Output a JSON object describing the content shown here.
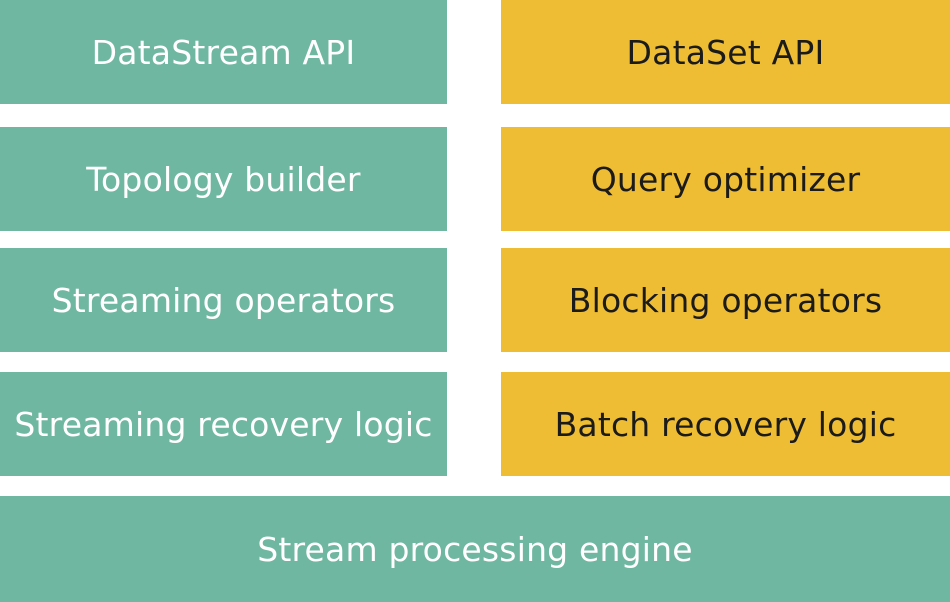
{
  "diagram": {
    "left_column": [
      {
        "label": "DataStream API"
      },
      {
        "label": "Topology builder"
      },
      {
        "label": "Streaming operators"
      },
      {
        "label": "Streaming recovery logic"
      }
    ],
    "right_column": [
      {
        "label": "DataSet API"
      },
      {
        "label": "Query optimizer"
      },
      {
        "label": "Blocking operators"
      },
      {
        "label": "Batch recovery logic"
      }
    ],
    "base": {
      "label": "Stream processing engine"
    },
    "colors": {
      "streaming": "#6fb7a1",
      "batch": "#efbd33"
    }
  }
}
